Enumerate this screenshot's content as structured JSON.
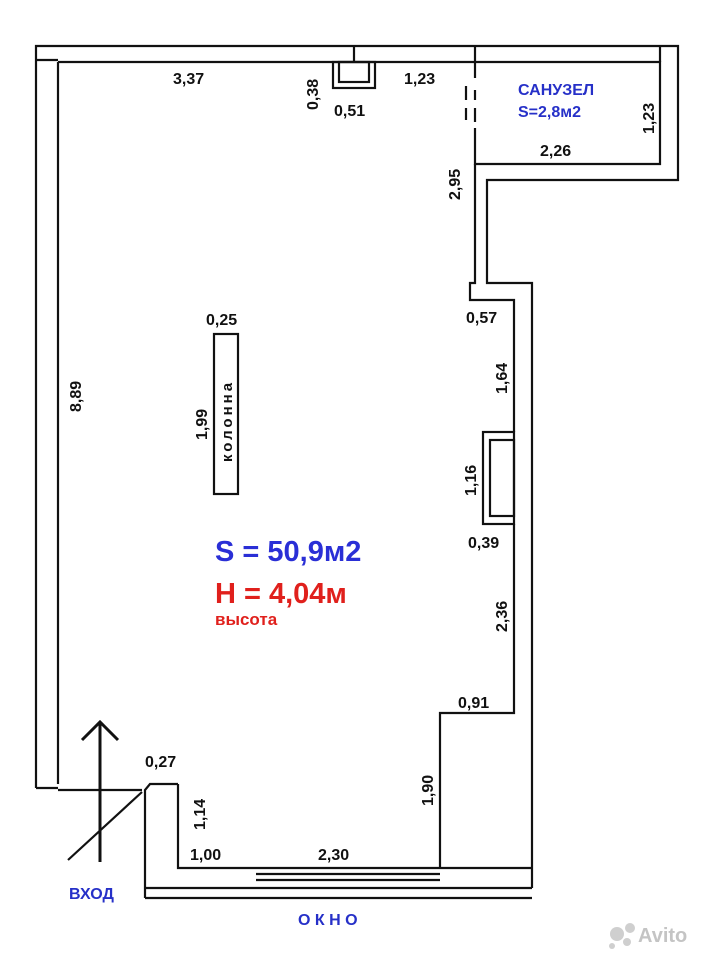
{
  "plan": {
    "area_label": "S = 50,9м2",
    "height_label": "H = 4,04м",
    "height_caption": "высота",
    "bathroom_label": "САНУЗЕЛ",
    "bathroom_area": "S=2,8м2",
    "column_label": "колонна",
    "entrance_label": "ВХОД",
    "window_label": "О К Н О",
    "watermark": "Avito"
  },
  "dims": {
    "top_left_wall": "3,37",
    "niche_depth": "0,38",
    "niche_width": "0,51",
    "top_mid": "1,23",
    "bath_right": "1,23",
    "bath_bottom": "2,26",
    "corridor_right": "2,95",
    "step_right": "0,57",
    "right_upper": "1,64",
    "right_niche_height": "1,16",
    "right_niche_depth": "0,39",
    "right_mid": "2,36",
    "right_lower_step": "0,91",
    "bottom_right_pier": "1,90",
    "left_wall": "8,89",
    "column_width": "0,25",
    "column_height": "1,99",
    "entrance_pier": "0,27",
    "entrance_wall": "1,14",
    "bottom_left": "1,00",
    "window_width": "2,30"
  },
  "colors": {
    "wall": "#111111",
    "area_text": "#2a2fd6",
    "height_text": "#e0201c",
    "label_blue": "#2630c8",
    "watermark": "#c4c4c4"
  }
}
